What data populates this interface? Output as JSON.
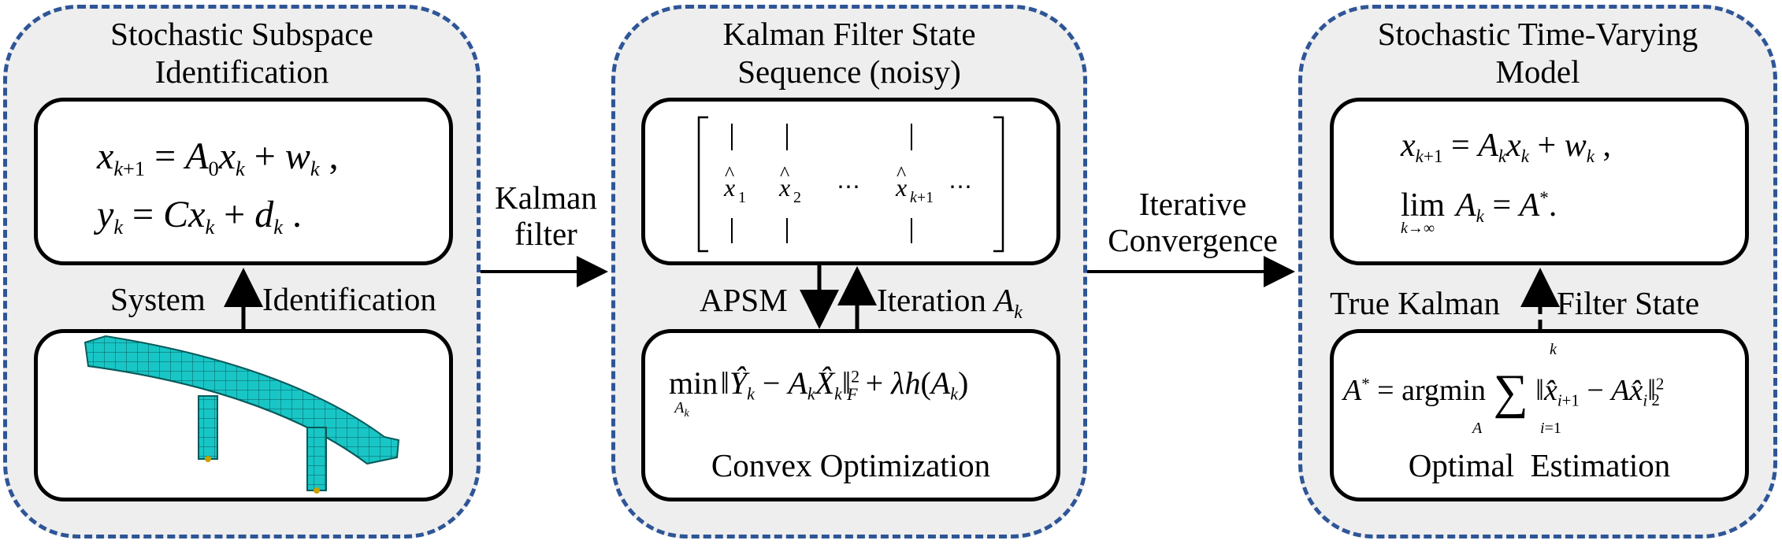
{
  "panels": [
    {
      "title": [
        "Stochastic Subspace",
        "Identification"
      ],
      "top_box": {
        "equation_lines": [
          "x_{k+1} = A_0 x_k + w_k ,",
          "y_k = C x_k + d_k ."
        ]
      },
      "arrow_labels": [
        "System",
        "Identification"
      ],
      "bottom_box": {
        "image": "bridge finite element model"
      }
    },
    {
      "title": [
        "Kalman Filter State",
        "Sequence (noisy)"
      ],
      "top_box": {
        "matrix_entries": [
          "x̂_1",
          "x̂_2",
          "⋯",
          "x̂_{k+1}",
          "⋯"
        ]
      },
      "arrow_labels": [
        "APSM",
        "Iteration A_k"
      ],
      "bottom_box": {
        "equation": "min_{A_k} ‖Ŷ_k − A_k X̂_k‖_F^2 + λh(A_k)",
        "caption": "Convex Optimization"
      }
    },
    {
      "title": [
        "Stochastic Time-Varying",
        "Model"
      ],
      "top_box": {
        "equation_lines": [
          "x_{k+1} = A_k x_k + w_k ,",
          "lim_{k→∞} A_k = A^* ."
        ]
      },
      "arrow_labels": [
        "True Kalman",
        "Filter State"
      ],
      "bottom_box": {
        "equation": "A^* = argmin_A Σ_{i=1}^{k} ‖x̂_{i+1} − A x̂_i‖_2^2",
        "caption": "Optimal  Estimation"
      }
    }
  ],
  "connectors": [
    {
      "label": [
        "Kalman",
        "filter"
      ]
    },
    {
      "label": [
        "Iterative",
        "Convergence"
      ]
    }
  ],
  "colors": {
    "panel_border": "#2e5597",
    "panel_fill": "#eeeeee",
    "mesh": "#19c6c6"
  }
}
